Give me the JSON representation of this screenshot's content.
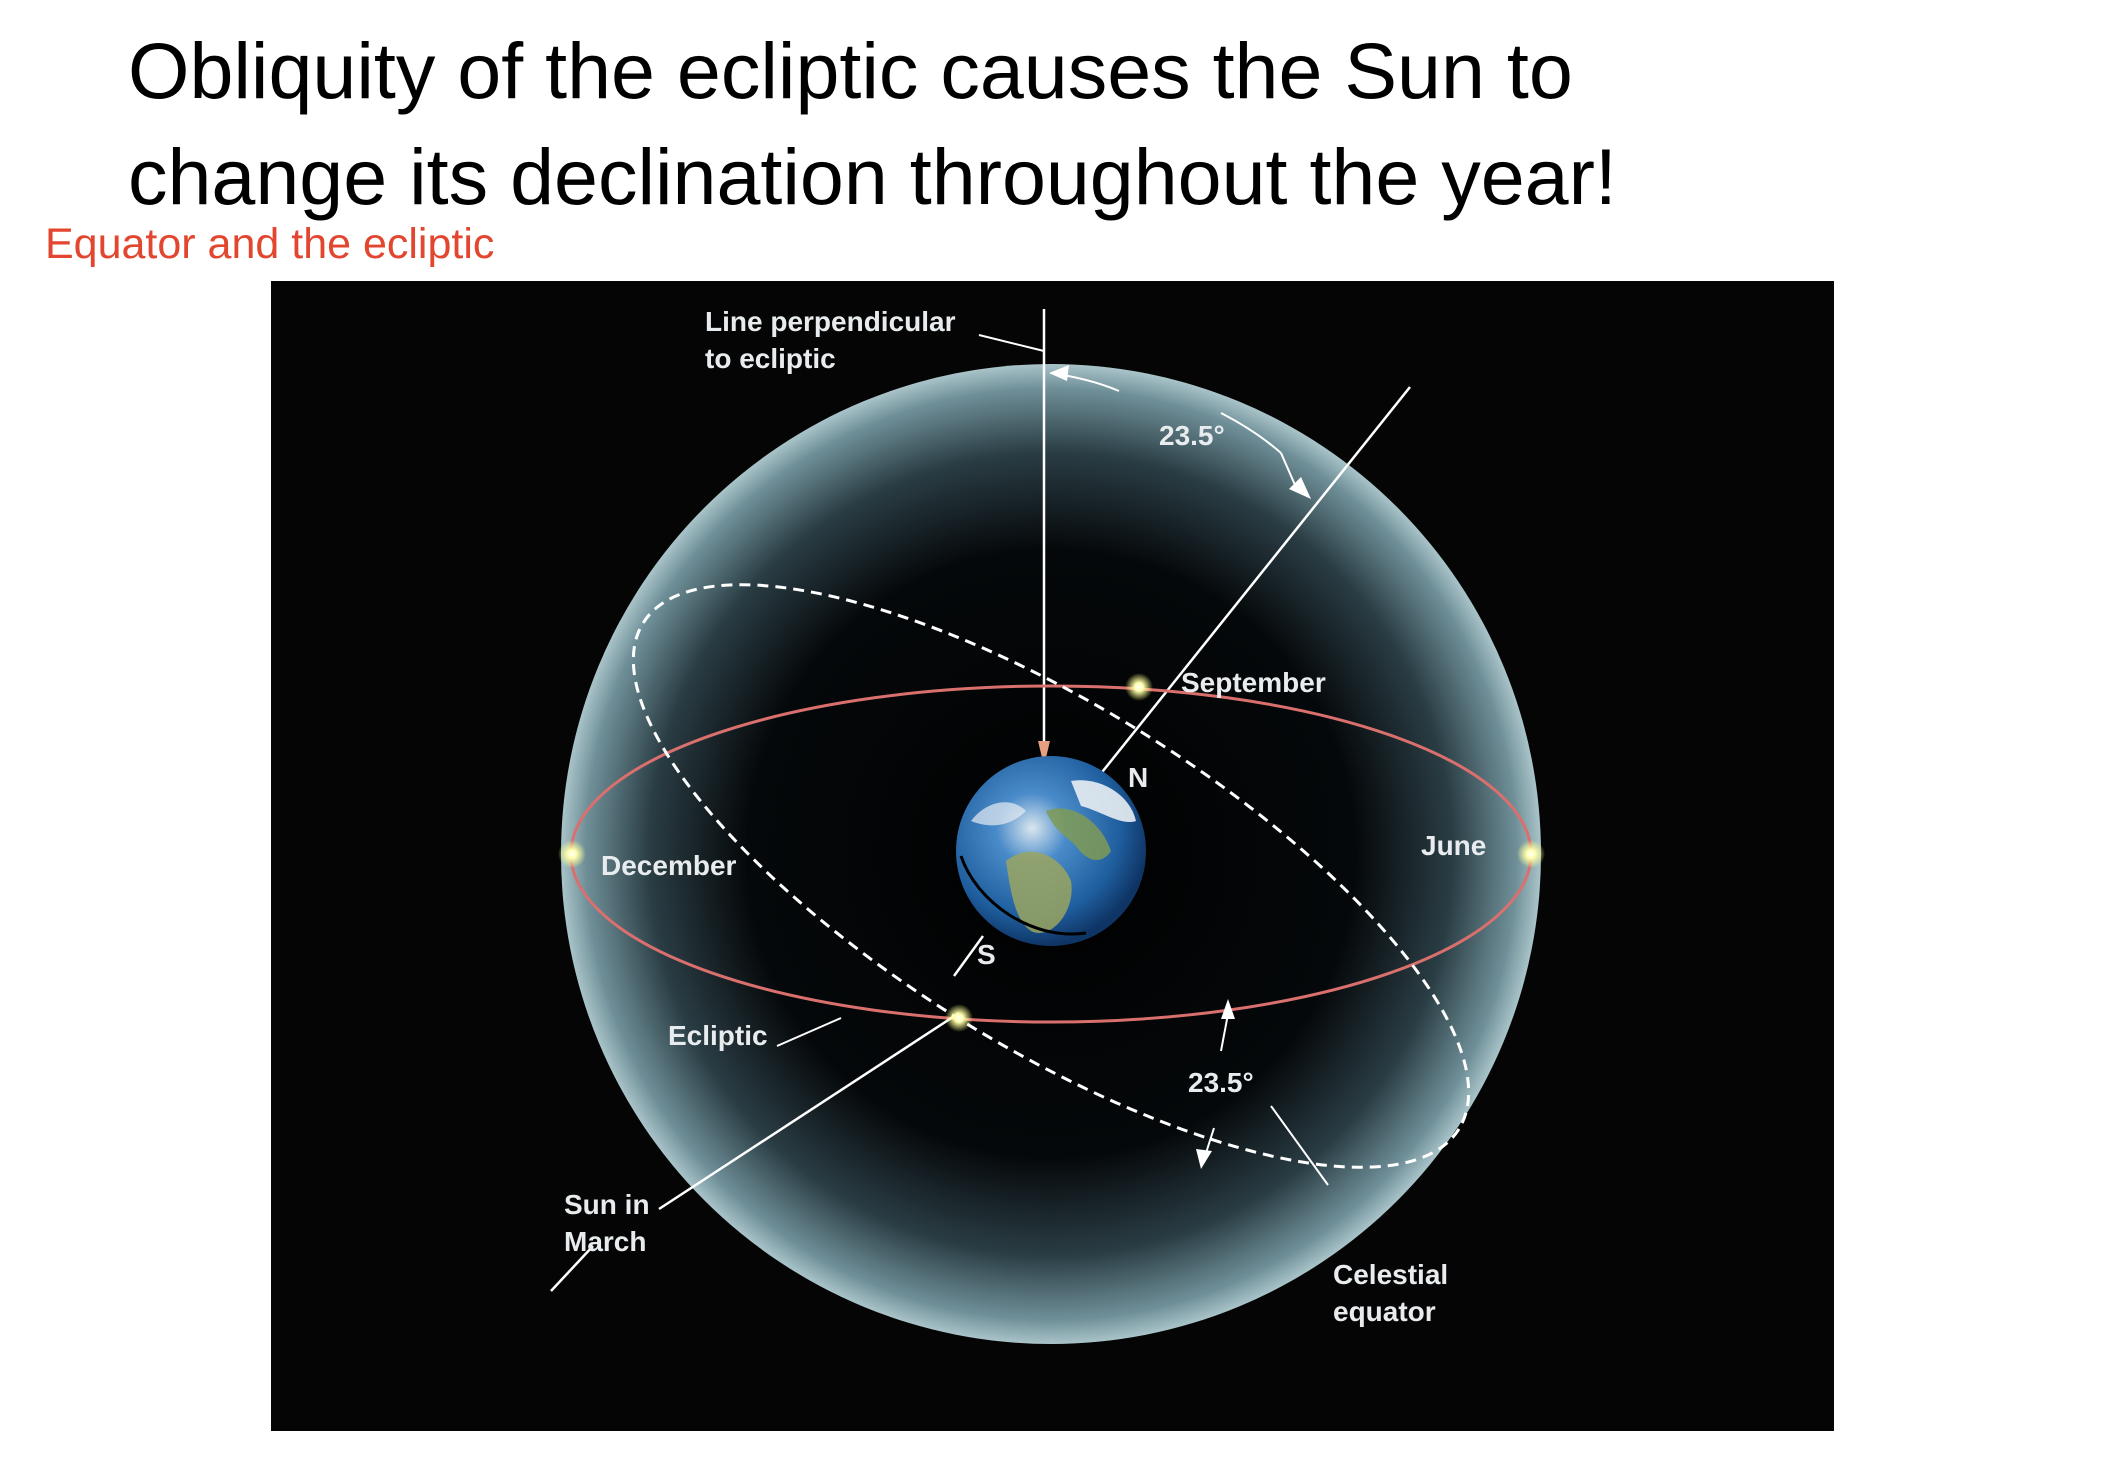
{
  "title": {
    "line1": "Obliquity of the ecliptic causes the Sun to",
    "line2": "change its declination throughout the year!"
  },
  "subtitle": "Equator and the ecliptic",
  "diagram": {
    "labels": {
      "perpendicular_line1": "Line perpendicular",
      "perpendicular_line2": "to ecliptic",
      "angle_top": "23.5°",
      "angle_bottom": "23.5°",
      "september": "September",
      "north": "N",
      "south": "S",
      "june": "June",
      "december": "December",
      "ecliptic": "Ecliptic",
      "sun_in_march_line1": "Sun in",
      "sun_in_march_line2": "March",
      "celestial_equator_line1": "Celestial",
      "celestial_equator_line2": "equator"
    },
    "colors": {
      "background": "#050505",
      "ecliptic": "#d9706e",
      "celestial_equator": "#ffffff",
      "sphere_edge": "#a9c4c9",
      "sun": "#ffffb0",
      "earth_ocean": "#2a6fb5",
      "earth_land": "#8fa15a",
      "subtitle": "#e2462f"
    }
  }
}
